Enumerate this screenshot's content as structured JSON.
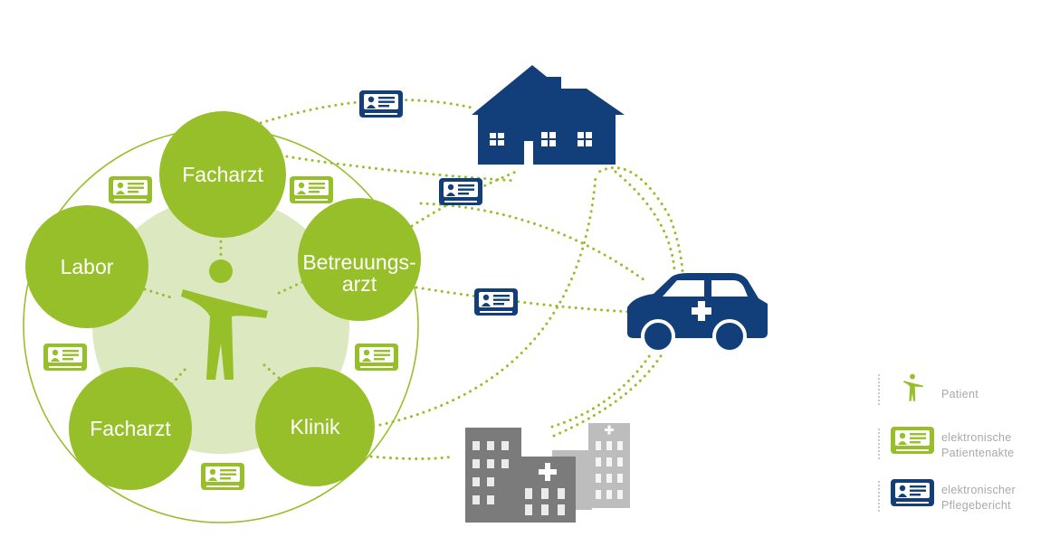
{
  "nodes": {
    "facharzt_top": "Facharzt",
    "labor": "Labor",
    "betreuungsarzt_line1": "Betreuungs-",
    "betreuungsarzt_line2": "arzt",
    "facharzt_bottom": "Facharzt",
    "klinik": "Klinik"
  },
  "legend": {
    "patient": "Patient",
    "epa_line1": "elektronische",
    "epa_line2": "Patientenakte",
    "epb_line1": "elektronischer",
    "epb_line2": "Pflegebericht"
  },
  "colors": {
    "green": "#97bf2a",
    "light_green": "#dce8bf",
    "navy": "#123f7a",
    "gray": "#7b7b7b",
    "light_gray": "#bdbdbd",
    "legend_text": "#a9a9a9"
  },
  "icons": [
    "house-icon",
    "ambulance-car-icon",
    "hospital-icon",
    "patient-icon",
    "patient-record-card-icon",
    "care-report-card-icon"
  ]
}
